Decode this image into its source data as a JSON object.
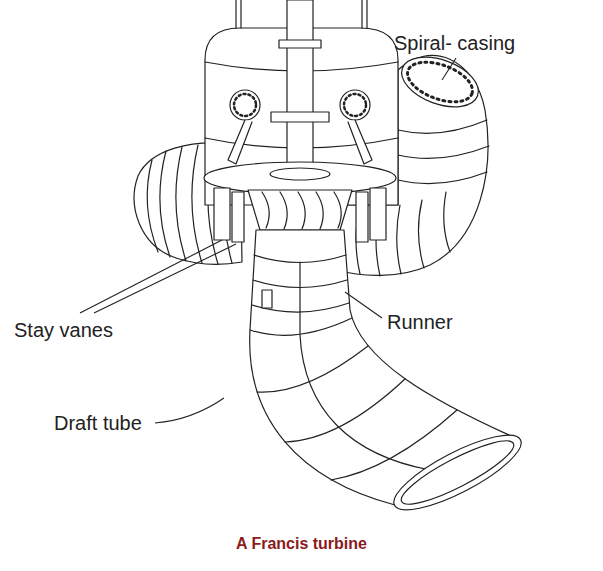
{
  "diagram": {
    "caption": "A Francis turbine",
    "labels": [
      "Spiral- casing",
      "Stay vanes",
      "Runner",
      "Draft tube"
    ]
  }
}
